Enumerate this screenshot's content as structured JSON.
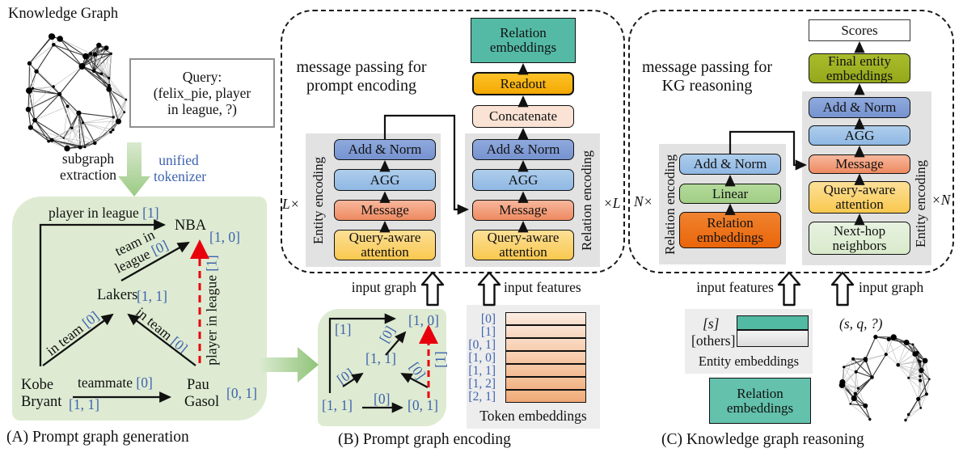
{
  "colors": {
    "teal": "#54baa5",
    "gold": "#fbb615",
    "peach": "#fae3d4",
    "blue_dark": "#7d9bd5",
    "blue_light": "#9dc3e6",
    "salmon": "#f29c7a",
    "yellow": "#fbd36b",
    "orange": "#ec6d12",
    "green_linear": "#a9d18e",
    "green_pale": "#e2efd9",
    "olive": "#9fb425",
    "panel_green": "#deebd2",
    "label_blue": "#3d62ae",
    "red_arrow": "#e8000d",
    "gray_column": "#e2e2e2"
  },
  "panelA": {
    "kg_title": "Knowledge Graph",
    "query_box": {
      "line1": "Query:",
      "line2": "(felix_pie, player",
      "line3": "in league, ?)"
    },
    "subgraph_label": "subgraph extraction",
    "tokenizer_label": "unified tokenizer",
    "caption": "(A) Prompt graph generation",
    "nodes": {
      "nba": {
        "name": "NBA",
        "vec": "[1, 0]"
      },
      "lakers": {
        "name": "Lakers",
        "vec": "[1, 1]"
      },
      "kobe": {
        "name1": "Kobe",
        "name2": "Bryant",
        "vec": "[1, 1]"
      },
      "pau": {
        "name1": "Pau",
        "name2": "Gasol",
        "vec": "[0, 1]"
      }
    },
    "edges": {
      "player_top": {
        "label": "player in league",
        "vec": "[1]"
      },
      "team_in_league": {
        "label": "team in league",
        "vec": "[0]"
      },
      "in_team_left": {
        "label": "in team",
        "vec": "[0]"
      },
      "in_team_right": {
        "label": "in team",
        "vec": "[0]"
      },
      "teammate": {
        "label": "teammate",
        "vec": "[0]"
      },
      "query_edge": {
        "label": "player in league",
        "vec": "[1]"
      }
    }
  },
  "panelB": {
    "title_line1": "message passing for",
    "title_line2": "prompt encoding",
    "loop_left": "L×",
    "loop_right": "×L",
    "entity_col_label": "Entity encoding",
    "relation_col_label": "Relation encoding",
    "entity_boxes": [
      "Add & Norm",
      "AGG",
      "Message",
      "Query-aware attention"
    ],
    "relation_boxes": [
      "Add & Norm",
      "AGG",
      "Message",
      "Query-aware attention"
    ],
    "top_stack": {
      "concatenate": "Concatenate",
      "readout": "Readout",
      "relation_embeddings": "Relation embeddings"
    },
    "input_graph_label": "input graph",
    "input_features_label": "input features",
    "mini_graph": {
      "nodes": {
        "top": "[1, 0]",
        "center": "[1, 1]",
        "bottom_left": "[1, 1]",
        "bottom_right": "[0, 1]"
      },
      "edges": {
        "left": "[1]",
        "diag": "[0]",
        "in_left": "[0]",
        "in_right": "[0]",
        "bottom": "[0]",
        "query": "[1]"
      }
    },
    "token_panel": {
      "labels": [
        "[0]",
        "[1]",
        "[0, 1]",
        "[1, 0]",
        "[1, 1]",
        "[1, 2]",
        "[2, 1]"
      ],
      "caption": "Token embeddings"
    },
    "caption": "(B) Prompt graph encoding"
  },
  "panelC": {
    "title_line1": "message passing for",
    "title_line2": "KG reasoning",
    "loop_left": "N×",
    "loop_right": "×N",
    "relation_col_label": "Relation encoding",
    "entity_col_label": "Entity encoding",
    "relation_boxes": [
      "Add & Norm",
      "Linear",
      "Relation embeddings"
    ],
    "entity_boxes": [
      "Add & Norm",
      "AGG",
      "Message",
      "Query-aware attention",
      "Next-hop neighbors"
    ],
    "scores_label": "Scores",
    "final_entity_label": "Final entity embeddings",
    "input_features_label": "input features",
    "input_graph_label": "input graph",
    "entity_emb": {
      "s_label": "[s]",
      "others_label": "[others]",
      "caption": "Entity embeddings"
    },
    "relation_emb_label": "Relation embeddings",
    "query_tuple": "(s, q, ?)",
    "caption": "(C) Knowledge graph reasoning"
  }
}
